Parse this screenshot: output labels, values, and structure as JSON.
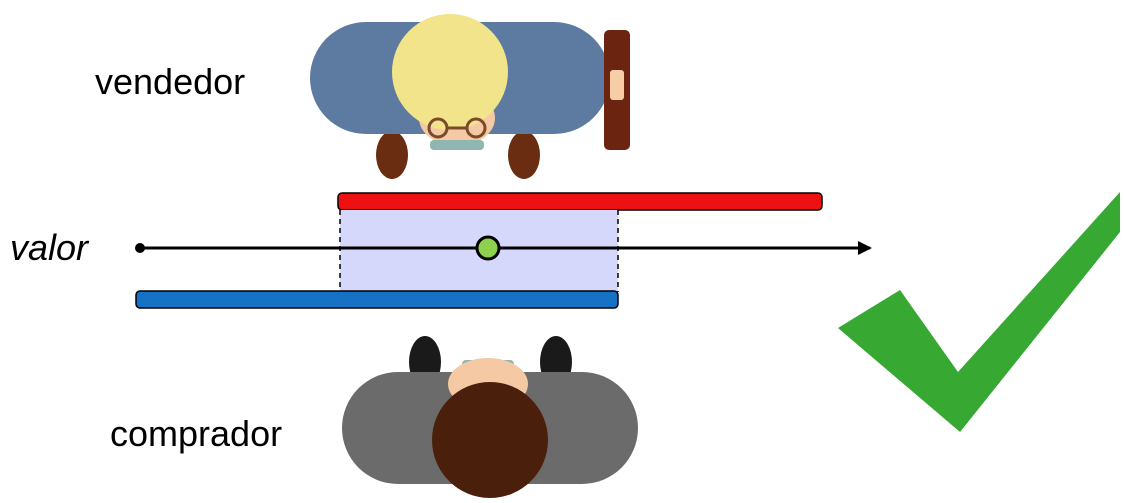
{
  "labels": {
    "seller": "vendedor",
    "buyer": "comprador",
    "value_axis": "valor"
  },
  "colors": {
    "seller_range": "#ee1111",
    "buyer_range": "#1672c4",
    "overlap_zone": "#d6d8fb",
    "agreement_point": "#8dd14f",
    "checkmark": "#37a832",
    "seller_body": "#5d7aa1",
    "seller_hair": "#f1e48a",
    "buyer_body": "#6b6b6b",
    "buyer_hair": "#4a200d"
  },
  "icons": {
    "seller": "person-top-view-icon",
    "buyer": "person-top-view-icon",
    "result": "checkmark-icon"
  }
}
